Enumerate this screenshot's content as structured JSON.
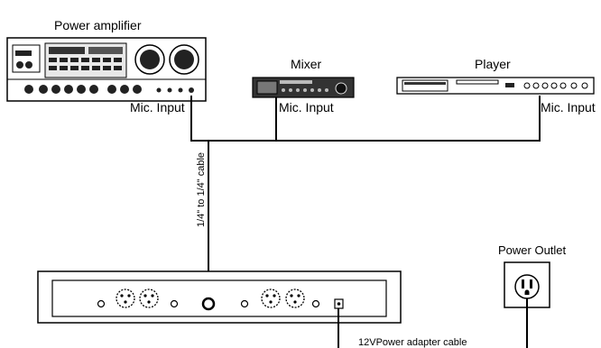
{
  "devices": {
    "amplifier": {
      "title": "Power amplifier",
      "port_label": "Mic. Input"
    },
    "mixer": {
      "title": "Mixer",
      "port_label": "Mic. Input"
    },
    "player": {
      "title": "Player",
      "port_label": "Mic. Input"
    },
    "outlet": {
      "title": "Power Outlet"
    }
  },
  "cables": {
    "signal": "1/4\" to 1/4\" cable",
    "power": "12VPower adapter cable"
  }
}
